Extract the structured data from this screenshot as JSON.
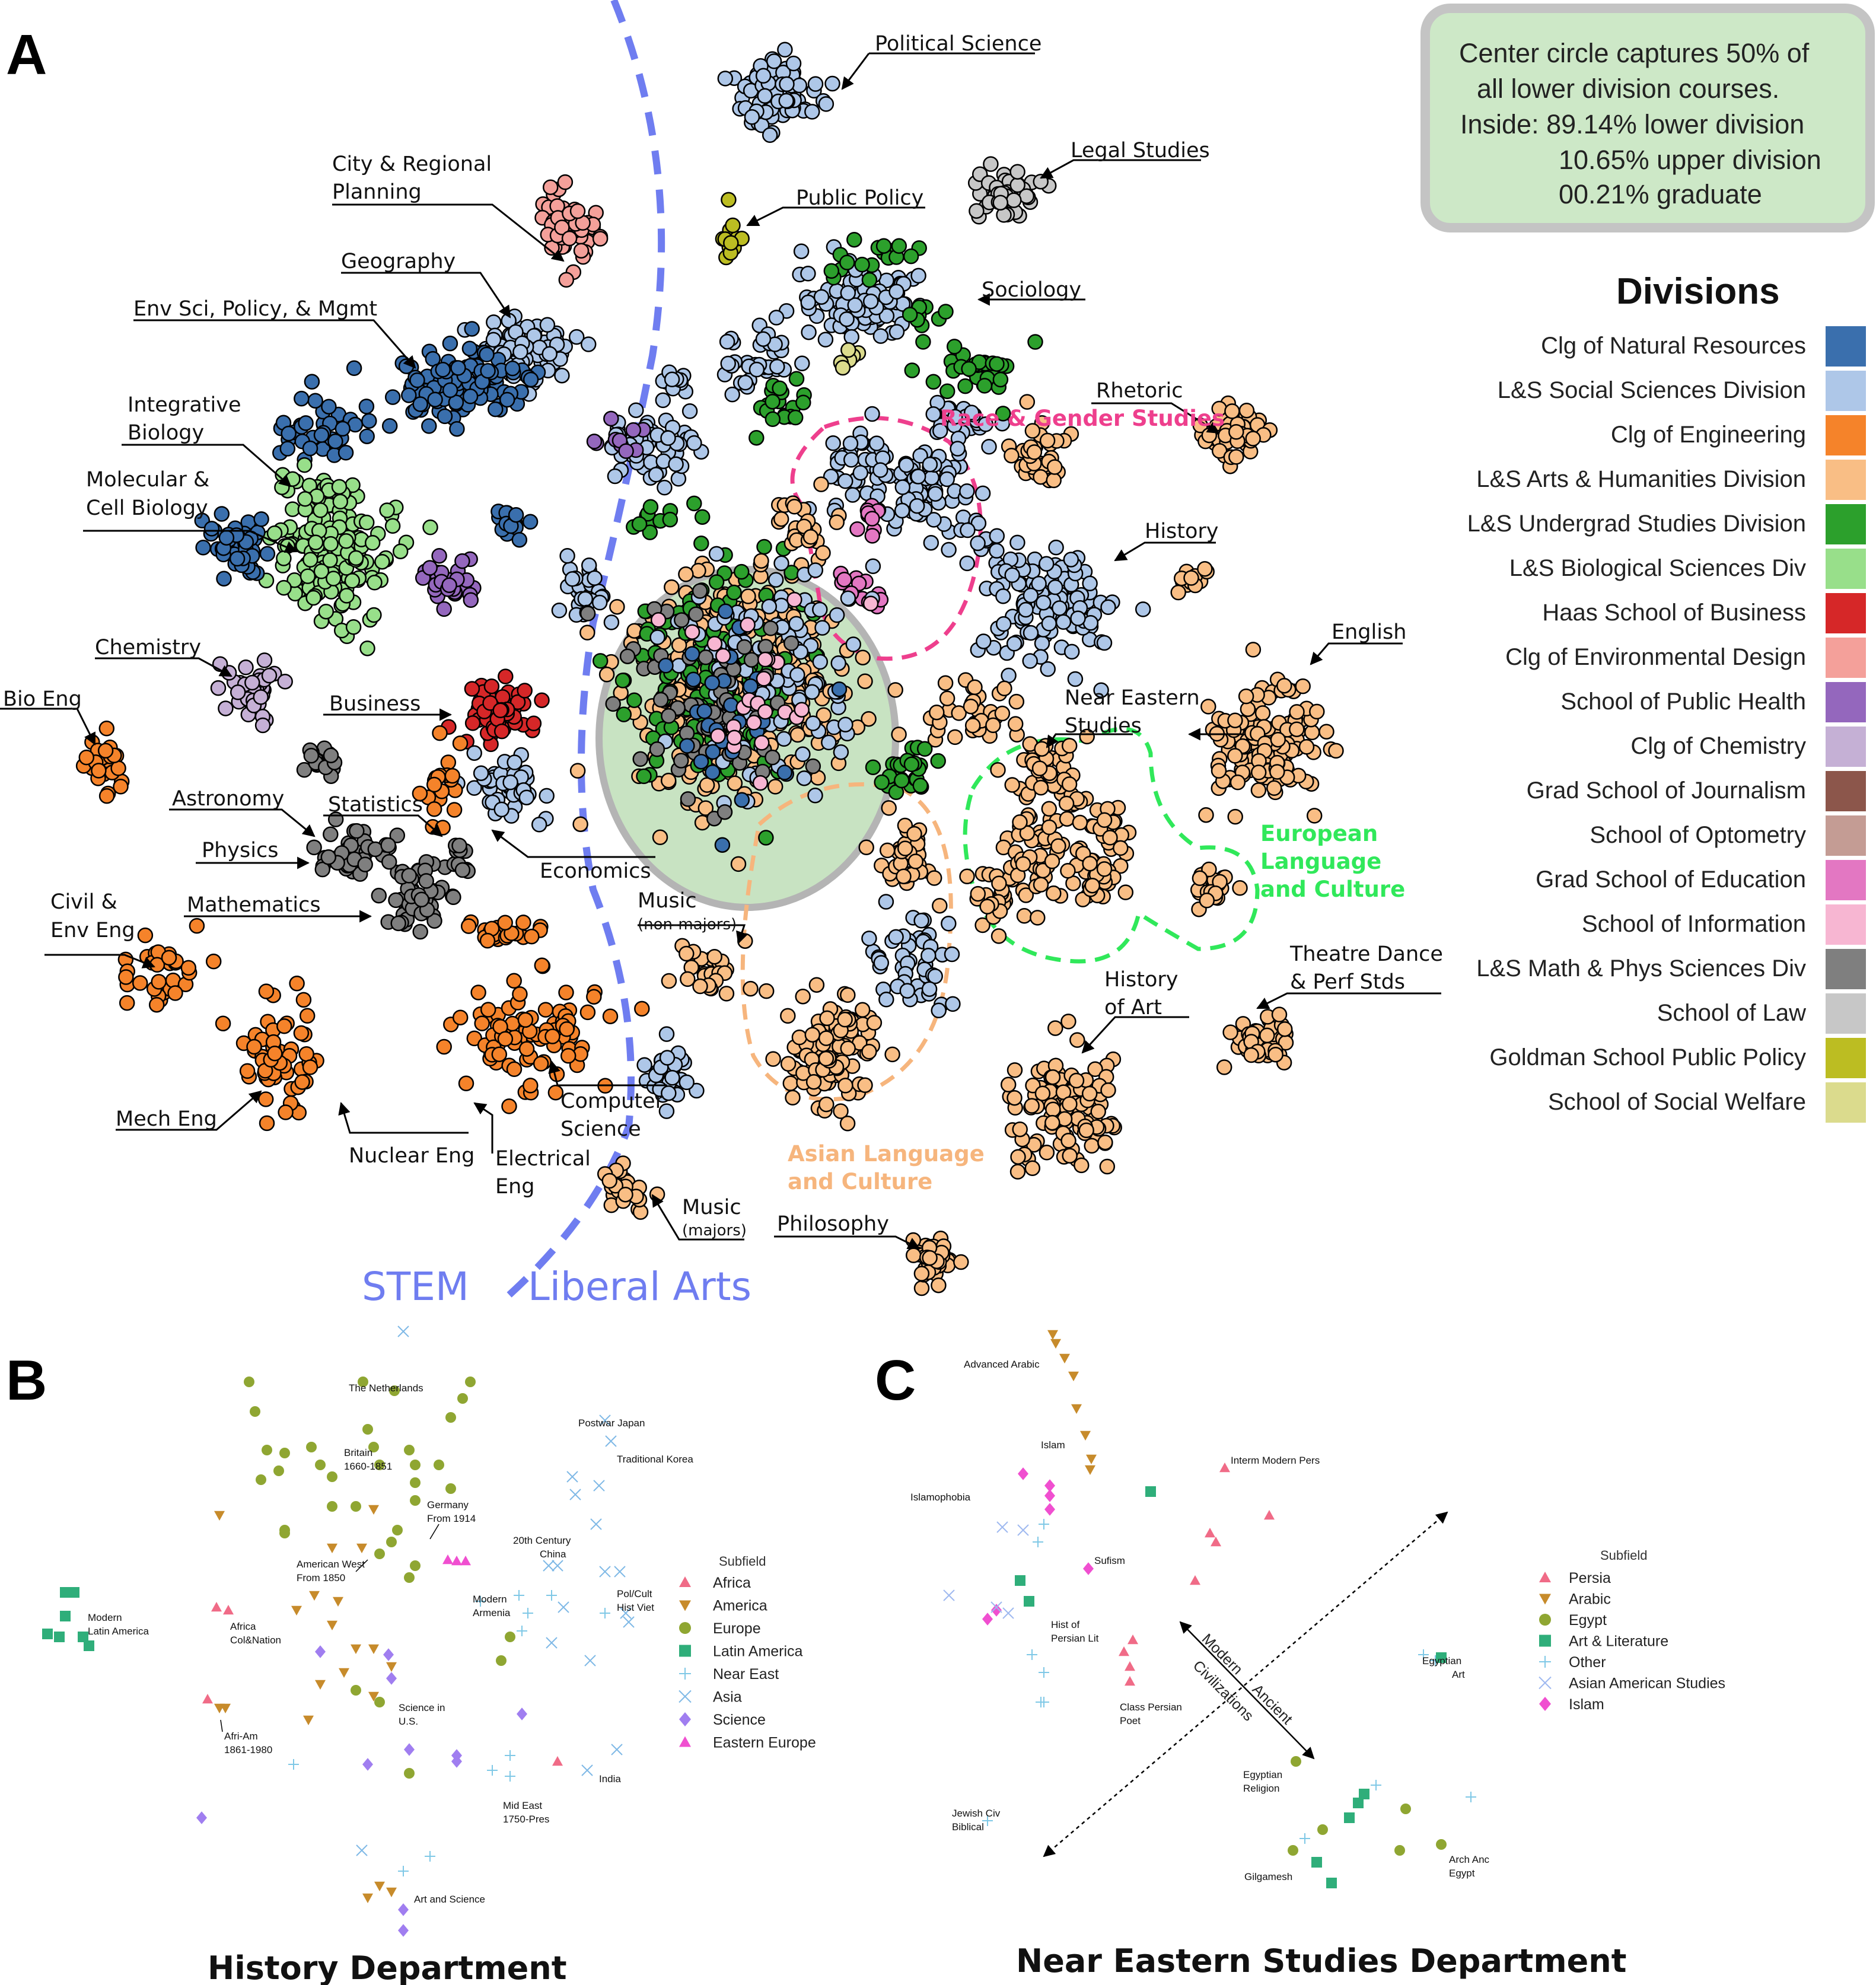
{
  "panel_letters": {
    "a": "A",
    "b": "B",
    "c": "C"
  },
  "stem_label": "STEM",
  "liberal_arts_label": "Liberal Arts",
  "info_box": {
    "lines": [
      "Center circle captures 50% of",
      "all lower division courses.",
      "Inside:  89.14% lower division",
      "10.65% upper division",
      "00.21% graduate"
    ]
  },
  "chart_data": [
    {
      "panel": "A",
      "type": "scatter",
      "legend_title": "Divisions",
      "legend_placement": "right",
      "divisions": [
        {
          "name": "Clg of Natural Resources",
          "color": "#3a6fad"
        },
        {
          "name": "L&S Social Sciences Division",
          "color": "#aec7e8"
        },
        {
          "name": "Clg of Engineering",
          "color": "#f5832a"
        },
        {
          "name": "L&S Arts & Humanities Division",
          "color": "#f9be85"
        },
        {
          "name": "L&S Undergrad Studies Division",
          "color": "#2ca02c"
        },
        {
          "name": "L&S Biological Sciences Div",
          "color": "#98df8a"
        },
        {
          "name": "Haas School of Business",
          "color": "#d62728"
        },
        {
          "name": "Clg of Environmental Design",
          "color": "#f4a09a"
        },
        {
          "name": "School of Public Health",
          "color": "#9467bd"
        },
        {
          "name": "Clg of Chemistry",
          "color": "#c5b0d5"
        },
        {
          "name": "Grad School of Journalism",
          "color": "#8c564b"
        },
        {
          "name": "School of Optometry",
          "color": "#c49c94"
        },
        {
          "name": "Grad School of Education",
          "color": "#e377c2"
        },
        {
          "name": "School of Information",
          "color": "#f7b6d2"
        },
        {
          "name": "L&S Math & Phys Sciences Div",
          "color": "#7f7f7f"
        },
        {
          "name": "School of Law",
          "color": "#c7c7c7"
        },
        {
          "name": "Goldman School Public Policy",
          "color": "#bcbd22"
        },
        {
          "name": "School of Social Welfare",
          "color": "#dbdb8d"
        }
      ],
      "cluster_labels": [
        "Political Science",
        "Legal Studies",
        "Public Policy",
        "Sociology",
        "City & Regional",
        "Planning",
        "Geography",
        "Env Sci, Policy, & Mgmt",
        "Integrative",
        "Biology",
        "Molecular &",
        "Cell Biology",
        "Chemistry",
        "Bio Eng",
        "Business",
        "Astronomy",
        "Statistics",
        "Physics",
        "Mathematics",
        "Economics",
        "Civil &",
        "Env Eng",
        "Mech Eng",
        "Nuclear Eng",
        "Electrical",
        "Eng",
        "Computer",
        "Science",
        "Music",
        "(non-majors)",
        "(majors)",
        "Philosophy",
        "Rhetoric",
        "History",
        "English",
        "Near Eastern",
        "Studies",
        "Theatre Dance",
        "& Perf Stds",
        "History",
        "of Art"
      ],
      "region_labels": {
        "race_gender": "Race & Gender Studies",
        "european": [
          "European",
          "Language",
          "and Culture"
        ],
        "asian": [
          "Asian Language",
          "and Culture"
        ]
      }
    },
    {
      "panel": "B",
      "type": "scatter",
      "title": "History Department",
      "legend_title": "Subfield",
      "legend": [
        {
          "name": "Africa",
          "color": "#f06b87",
          "marker": "triangle-up"
        },
        {
          "name": "America",
          "color": "#c78b2b",
          "marker": "triangle-down"
        },
        {
          "name": "Europe",
          "color": "#8fa632",
          "marker": "circle"
        },
        {
          "name": "Latin America",
          "color": "#2fae7a",
          "marker": "square"
        },
        {
          "name": "Near East",
          "color": "#7fc8e6",
          "marker": "plus"
        },
        {
          "name": "Asia",
          "color": "#7fb9e6",
          "marker": "x"
        },
        {
          "name": "Science",
          "color": "#a07ef0",
          "marker": "diamond"
        },
        {
          "name": "Eastern Europe",
          "color": "#f04fd0",
          "marker": "triangle-up"
        }
      ],
      "annotations": [
        "The Netherlands",
        "Britain",
        "1660-1851",
        "Germany",
        "From 1914",
        "American West",
        "From 1850",
        "Postwar Japan",
        "Traditional Korea",
        "20th Century",
        "China",
        "Modern",
        "Armenia",
        "Pol/Cult",
        "Hist Viet",
        "Modern",
        "Latin America",
        "Africa",
        "Col&Nation",
        "Afri-Am",
        "1861-1980",
        "Science in",
        "U.S.",
        "Mid East",
        "1750-Pres",
        "India",
        "Art and Science"
      ]
    },
    {
      "panel": "C",
      "type": "scatter",
      "title": "Near Eastern Studies Department",
      "legend_title": "Subfield",
      "legend": [
        {
          "name": "Persia",
          "color": "#f06b87",
          "marker": "triangle-up"
        },
        {
          "name": "Arabic",
          "color": "#c78b2b",
          "marker": "triangle-down"
        },
        {
          "name": "Egypt",
          "color": "#8fa632",
          "marker": "circle"
        },
        {
          "name": "Art & Literature",
          "color": "#2fae7a",
          "marker": "square"
        },
        {
          "name": "Other",
          "color": "#7fc8e6",
          "marker": "plus"
        },
        {
          "name": "Asian American Studies",
          "color": "#9fb9f0",
          "marker": "x"
        },
        {
          "name": "Islam",
          "color": "#f04fd0",
          "marker": "diamond"
        }
      ],
      "annotations": [
        "Advanced Arabic",
        "Islam",
        "Islamophobia",
        "Interm Modern Pers",
        "Sufism",
        "Hist of",
        "Persian Lit",
        "Class Persian",
        "Poet",
        "Egyptian",
        "Art",
        "Egyptian",
        "Religion",
        "Jewish Civ",
        "Biblical",
        "Gilgamesh",
        "Arch Anc",
        "Egypt"
      ],
      "axis_labels": [
        "Modern",
        "Ancient",
        "Civilizations"
      ]
    }
  ]
}
